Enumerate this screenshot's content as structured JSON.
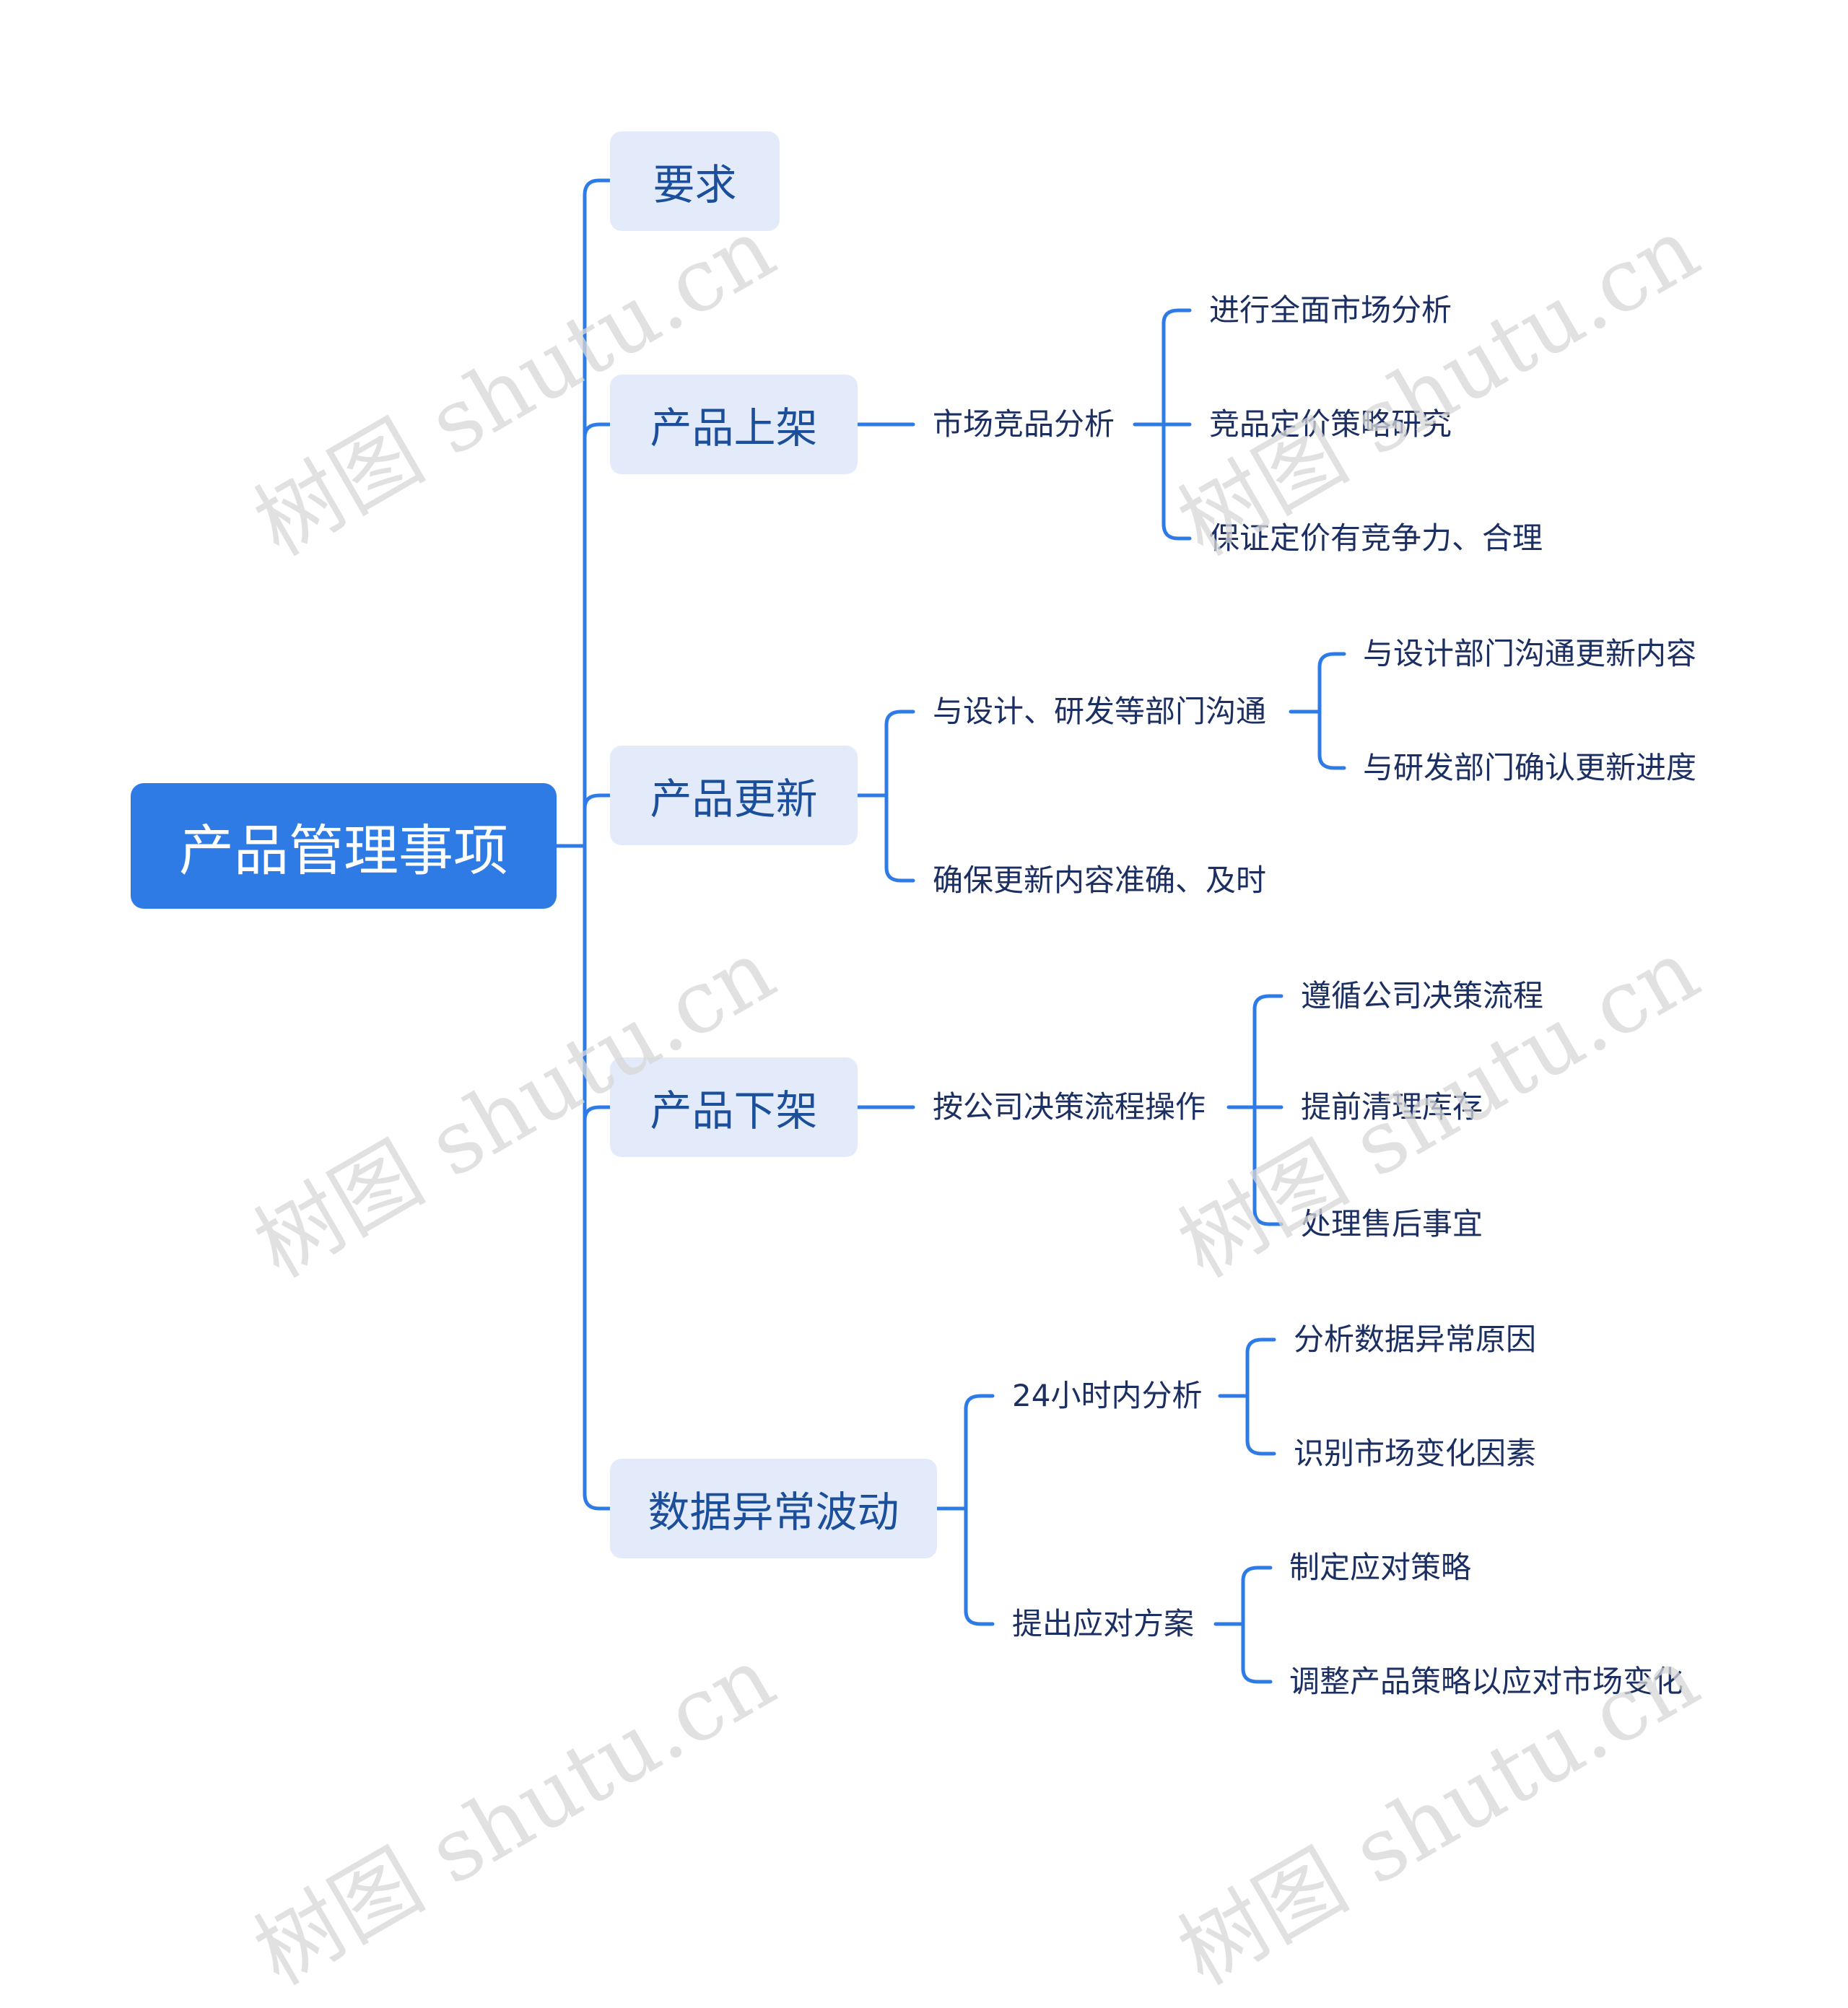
{
  "root": {
    "label": "产品管理事项"
  },
  "branches": [
    {
      "label": "要求"
    },
    {
      "label": "产品上架",
      "child": {
        "label": "市场竞品分析",
        "items": [
          "进行全面市场分析",
          "竞品定价策略研究",
          "保证定价有竞争力、合理"
        ]
      }
    },
    {
      "label": "产品更新",
      "child_a": {
        "label": "与设计、研发等部门沟通",
        "items": [
          "与设计部门沟通更新内容",
          "与研发部门确认更新进度"
        ]
      },
      "child_b": {
        "label": "确保更新内容准确、及时"
      }
    },
    {
      "label": "产品下架",
      "child": {
        "label": "按公司决策流程操作",
        "items": [
          "遵循公司决策流程",
          "提前清理库存",
          "处理售后事宜"
        ]
      }
    },
    {
      "label": "数据异常波动",
      "child_a": {
        "label": "24小时内分析",
        "items": [
          "分析数据异常原因",
          "识别市场变化因素"
        ]
      },
      "child_b": {
        "label": "提出应对方案",
        "items": [
          "制定应对策略",
          "调整产品策略以应对市场变化"
        ]
      }
    }
  ],
  "watermark": "树图 shutu.cn",
  "colors": {
    "accent": "#2e7be6",
    "node_bg": "#e3ebfb",
    "node_text": "#1b4f9c",
    "leaf_text": "#1c2f63"
  }
}
